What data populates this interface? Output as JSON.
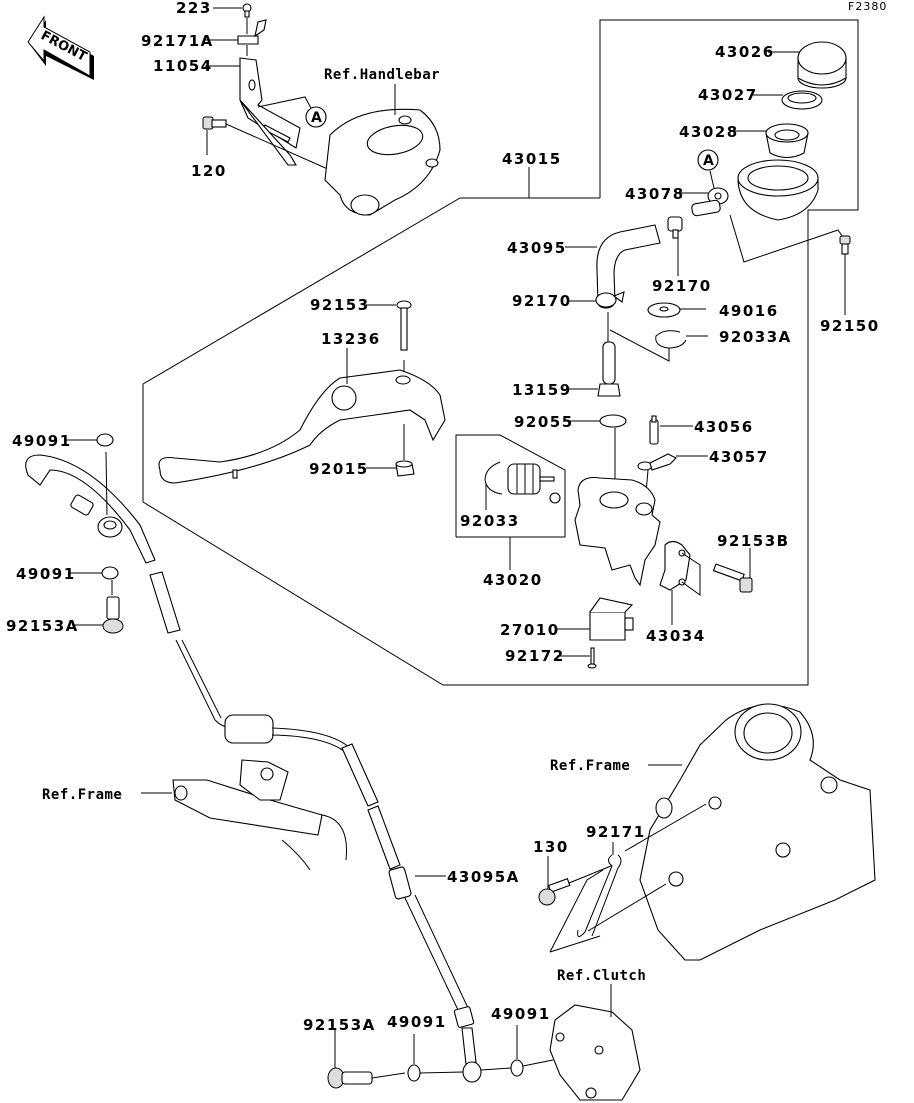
{
  "diagram": {
    "code": "F2380",
    "front_label": "FRONT",
    "ref_marker": "A",
    "references": {
      "handlebar": "Ref.Handlebar",
      "frame_right": "Ref.Frame",
      "frame_left": "Ref.Frame",
      "clutch": "Ref.Clutch"
    },
    "parts": {
      "p223": "223",
      "p92171A": "92171A",
      "p11054": "11054",
      "p120": "120",
      "p43015": "43015",
      "p43026": "43026",
      "p43027": "43027",
      "p43028": "43028",
      "p43078": "43078",
      "p43095": "43095",
      "p92170a": "92170",
      "p92170b": "92170",
      "p92150": "92150",
      "p49016": "49016",
      "p92033A": "92033A",
      "p92153": "92153",
      "p13236": "13236",
      "p13159": "13159",
      "p92055": "92055",
      "p43056": "43056",
      "p43057": "43057",
      "p92015": "92015",
      "p92033": "92033",
      "p43020": "43020",
      "p92153B": "92153B",
      "p27010": "27010",
      "p43034": "43034",
      "p92172": "92172",
      "p49091a": "49091",
      "p49091b": "49091",
      "p92153Aa": "92153A",
      "p92171": "92171",
      "p130": "130",
      "p43095A": "43095A",
      "p92153Ab": "92153A",
      "p49091c": "49091",
      "p49091d": "49091"
    }
  }
}
